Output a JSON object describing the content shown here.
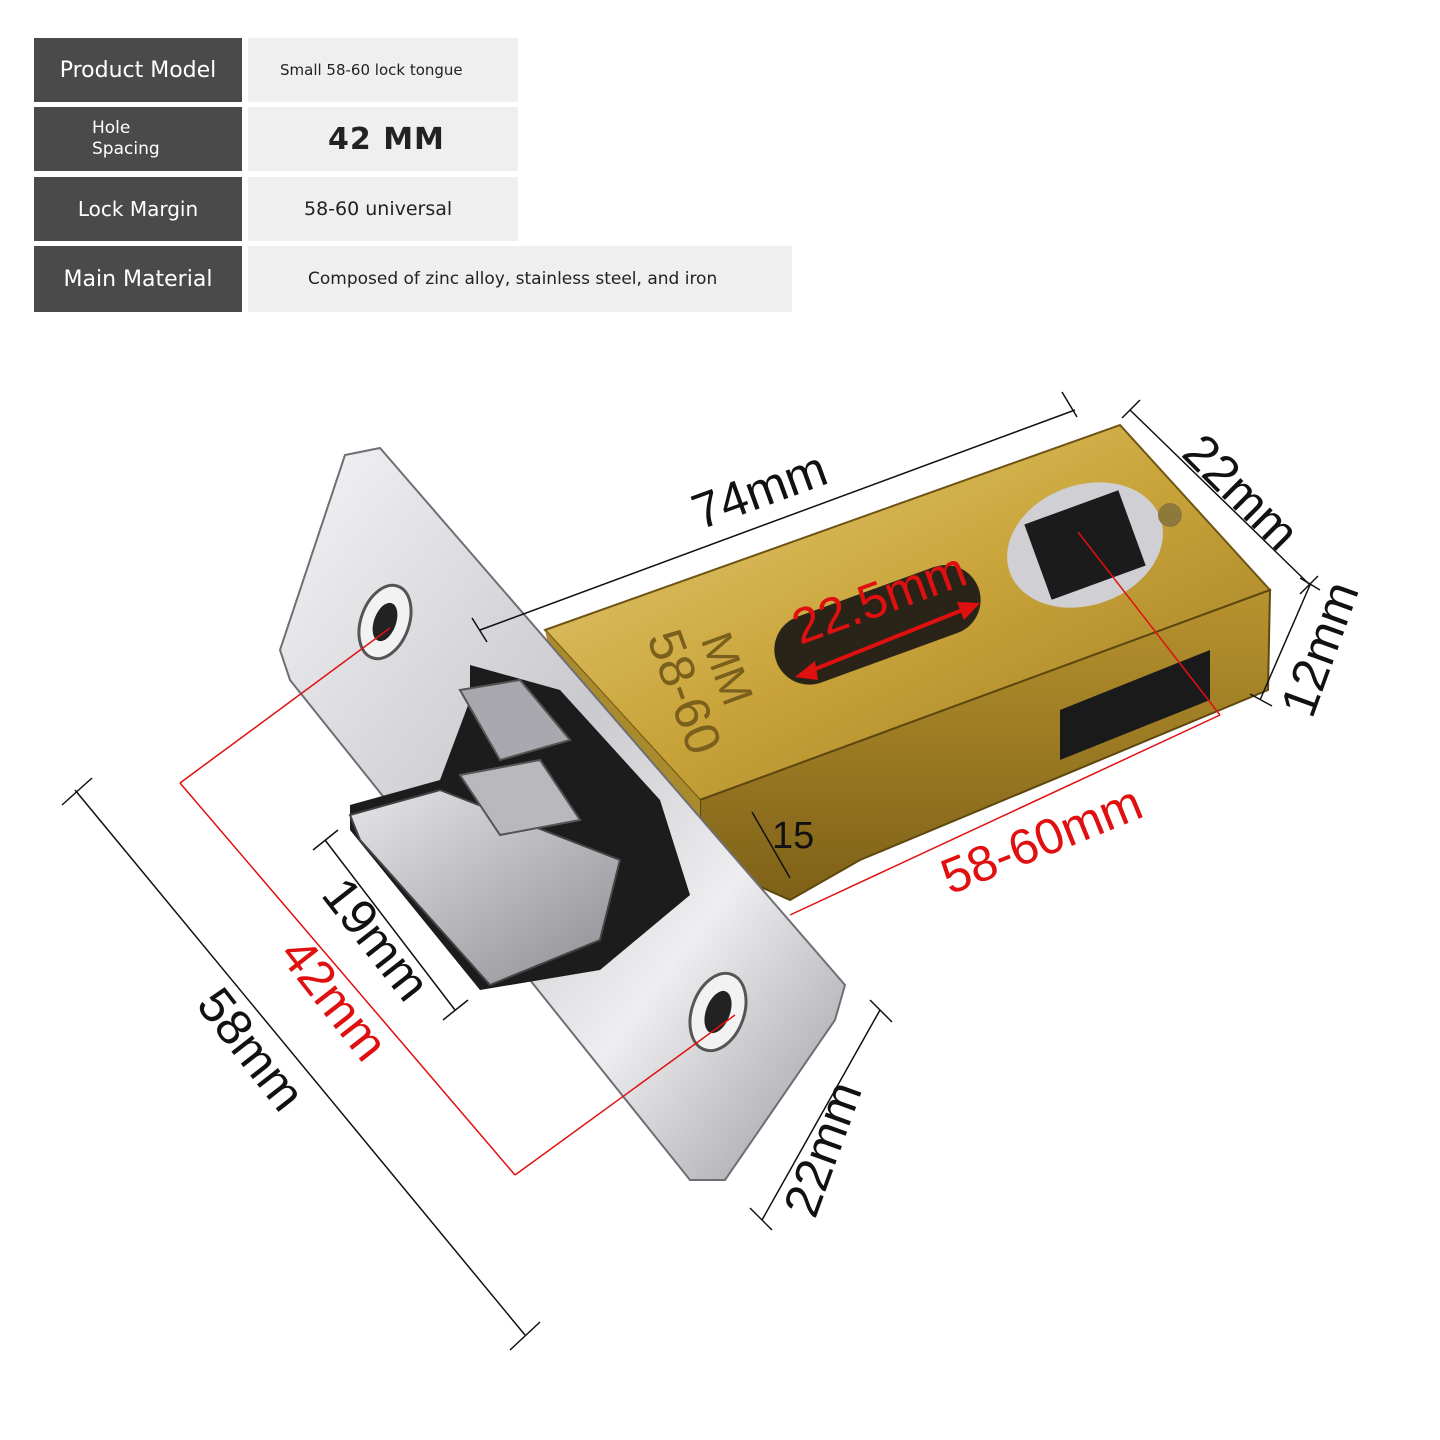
{
  "specs": {
    "product_model_label": "Product Model",
    "product_model_value": "Small 58-60 lock tongue",
    "hole_spacing_label_line1": "Hole",
    "hole_spacing_label_line2": "Spacing",
    "hole_spacing_value": "42 MM",
    "lock_margin_label": "Lock Margin",
    "lock_margin_value": "58-60 universal",
    "main_material_label": "Main Material",
    "main_material_value": "Composed of zinc alloy, stainless steel, and iron"
  },
  "product_engraving": {
    "line1": "MM",
    "line2": "58-60"
  },
  "dimensions": {
    "body_length": "74mm",
    "body_width": "22mm",
    "body_height": "12mm",
    "slot_length": "22.5mm",
    "backset": "58-60mm",
    "step": "15",
    "latch_height": "19mm",
    "hole_spacing": "42mm",
    "faceplate_height": "58mm",
    "faceplate_width": "22mm"
  },
  "colors": {
    "label_bg": "#4a4a4a",
    "value_bg": "#efefef",
    "red_dimension": "#e01010",
    "brass": "#c9a43a",
    "steel": "#d8d8dc"
  }
}
